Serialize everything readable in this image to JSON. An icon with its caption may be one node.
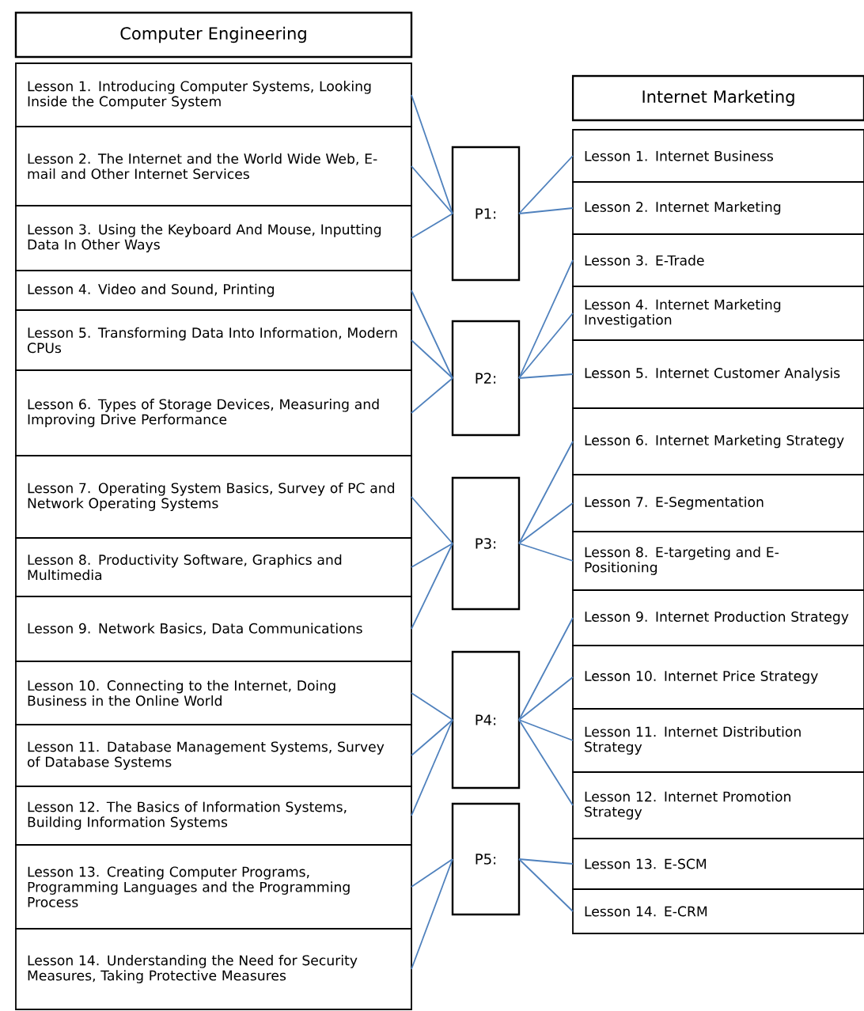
{
  "diagram": {
    "nodes": [
      {
        "text": [
          "Computer Engineering"
        ]
      },
      {
        "text": [
          "Lesson 1. Introducing Computer Systems, Looking Inside the Computer System"
        ]
      },
      {
        "text": [
          "Lesson 2. The Internet and the World Wide Web, E-mail and Other Internet Services"
        ]
      },
      {
        "text": [
          "Lesson 3. Using the Keyboard And Mouse, Inputting Data In Other Ways"
        ]
      },
      {
        "text": [
          "Lesson 4. Video and Sound, Printing"
        ]
      },
      {
        "text": [
          "Lesson 5. Transforming Data Into Information, Modern CPUs"
        ]
      },
      {
        "text": [
          "Lesson 6. Types of Storage Devices, Measuring and Improving Drive Performance"
        ]
      },
      {
        "text": [
          "Lesson 7. Operating System Basics, Survey of PC and Network Operating Systems"
        ]
      },
      {
        "text": [
          "Lesson 8. Productivity Software, Graphics and Multimedia"
        ]
      },
      {
        "text": [
          "Lesson 9. Network Basics, Data Communications"
        ]
      },
      {
        "text": [
          "Lesson 10. Connecting to the Internet, Doing Business in the Online World"
        ]
      },
      {
        "text": [
          "Lesson 11. Database Management Systems, Survey of Database Systems"
        ]
      },
      {
        "text": [
          "Lesson 12. The Basics of Information Systems, Building Information Systems"
        ]
      },
      {
        "text": [
          "Lesson 13. Creating Computer Programs, Programming Languages and the Programming Process"
        ]
      },
      {
        "text": [
          "Lesson 14. Understanding the Need for Security Measures, Taking Protective Measures"
        ]
      },
      {
        "text": [
          "Internet Marketing"
        ]
      },
      {
        "text": [
          "Lesson 1. Internet Business"
        ]
      },
      {
        "text": [
          "Lesson 2. Internet Marketing"
        ]
      },
      {
        "text": [
          "Lesson 3. E-Trade"
        ]
      },
      {
        "text": [
          "Lesson 4. Internet Marketing Investigation"
        ]
      },
      {
        "text": [
          "Lesson 5. Internet Customer Analysis"
        ]
      },
      {
        "text": [
          "Lesson 6. Internet Marketing Strategy"
        ]
      },
      {
        "text": [
          "Lesson 7. E-Segmentation"
        ]
      },
      {
        "text": [
          "Lesson 8. E-targeting and E-Positioning"
        ]
      },
      {
        "text": [
          "Lesson 9. Internet Production Strategy"
        ]
      },
      {
        "text": [
          "Lesson 10. Internet Price Strategy"
        ]
      },
      {
        "text": [
          "Lesson 11. Internet Distribution Strategy"
        ]
      },
      {
        "text": [
          "Lesson 12. Internet Promotion Strategy"
        ]
      },
      {
        "text": [
          "Lesson 13. E-SCM"
        ]
      },
      {
        "text": [
          "Lesson 14. E-CRM"
        ]
      },
      {
        "text": [
          "P1:"
        ]
      },
      {
        "text": [
          "P2:"
        ]
      },
      {
        "text": [
          "P3:"
        ]
      },
      {
        "text": [
          "P4:"
        ]
      },
      {
        "text": [
          "P5:"
        ]
      }
    ],
    "edges": [
      {
        "from": 1,
        "to": 30,
        "arrow": "none"
      },
      {
        "from": 2,
        "to": 30,
        "arrow": "none"
      },
      {
        "from": 3,
        "to": 30,
        "arrow": "none"
      },
      {
        "from": 30,
        "to": 16,
        "arrow": "none"
      },
      {
        "from": 30,
        "to": 17,
        "arrow": "none"
      },
      {
        "from": 4,
        "to": 31,
        "arrow": "none"
      },
      {
        "from": 5,
        "to": 31,
        "arrow": "none"
      },
      {
        "from": 6,
        "to": 31,
        "arrow": "none"
      },
      {
        "from": 31,
        "to": 18,
        "arrow": "none"
      },
      {
        "from": 31,
        "to": 19,
        "arrow": "none"
      },
      {
        "from": 31,
        "to": 20,
        "arrow": "none"
      },
      {
        "from": 7,
        "to": 32,
        "arrow": "none"
      },
      {
        "from": 8,
        "to": 32,
        "arrow": "none"
      },
      {
        "from": 9,
        "to": 32,
        "arrow": "none"
      },
      {
        "from": 32,
        "to": 21,
        "arrow": "none"
      },
      {
        "from": 32,
        "to": 22,
        "arrow": "none"
      },
      {
        "from": 32,
        "to": 23,
        "arrow": "none"
      },
      {
        "from": 10,
        "to": 33,
        "arrow": "none"
      },
      {
        "from": 11,
        "to": 33,
        "arrow": "none"
      },
      {
        "from": 12,
        "to": 33,
        "arrow": "none"
      },
      {
        "from": 33,
        "to": 24,
        "arrow": "none"
      },
      {
        "from": 33,
        "to": 25,
        "arrow": "none"
      },
      {
        "from": 33,
        "to": 26,
        "arrow": "none"
      },
      {
        "from": 33,
        "to": 27,
        "arrow": "none"
      },
      {
        "from": 13,
        "to": 34,
        "arrow": "none"
      },
      {
        "from": 14,
        "to": 34,
        "arrow": "none"
      },
      {
        "from": 34,
        "to": 28,
        "arrow": "none"
      },
      {
        "from": 34,
        "to": 29,
        "arrow": "none"
      }
    ]
  }
}
